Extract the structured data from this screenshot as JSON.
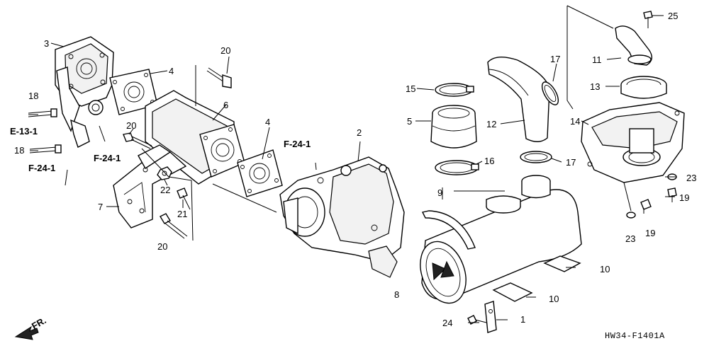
{
  "diagram": {
    "code": "HW34-F1401A",
    "direction_label": "FR.",
    "part_labels": [
      "1",
      "2",
      "3",
      "4",
      "4",
      "5",
      "6",
      "7",
      "8",
      "9",
      "10",
      "10",
      "11",
      "12",
      "13",
      "14",
      "15",
      "16",
      "17",
      "17",
      "18",
      "18",
      "19",
      "19",
      "20",
      "20",
      "20",
      "21",
      "22",
      "23",
      "23",
      "24",
      "25"
    ],
    "refs": [
      "E-13-1",
      "F-24-1",
      "F-24-1",
      "F-24-1"
    ]
  }
}
